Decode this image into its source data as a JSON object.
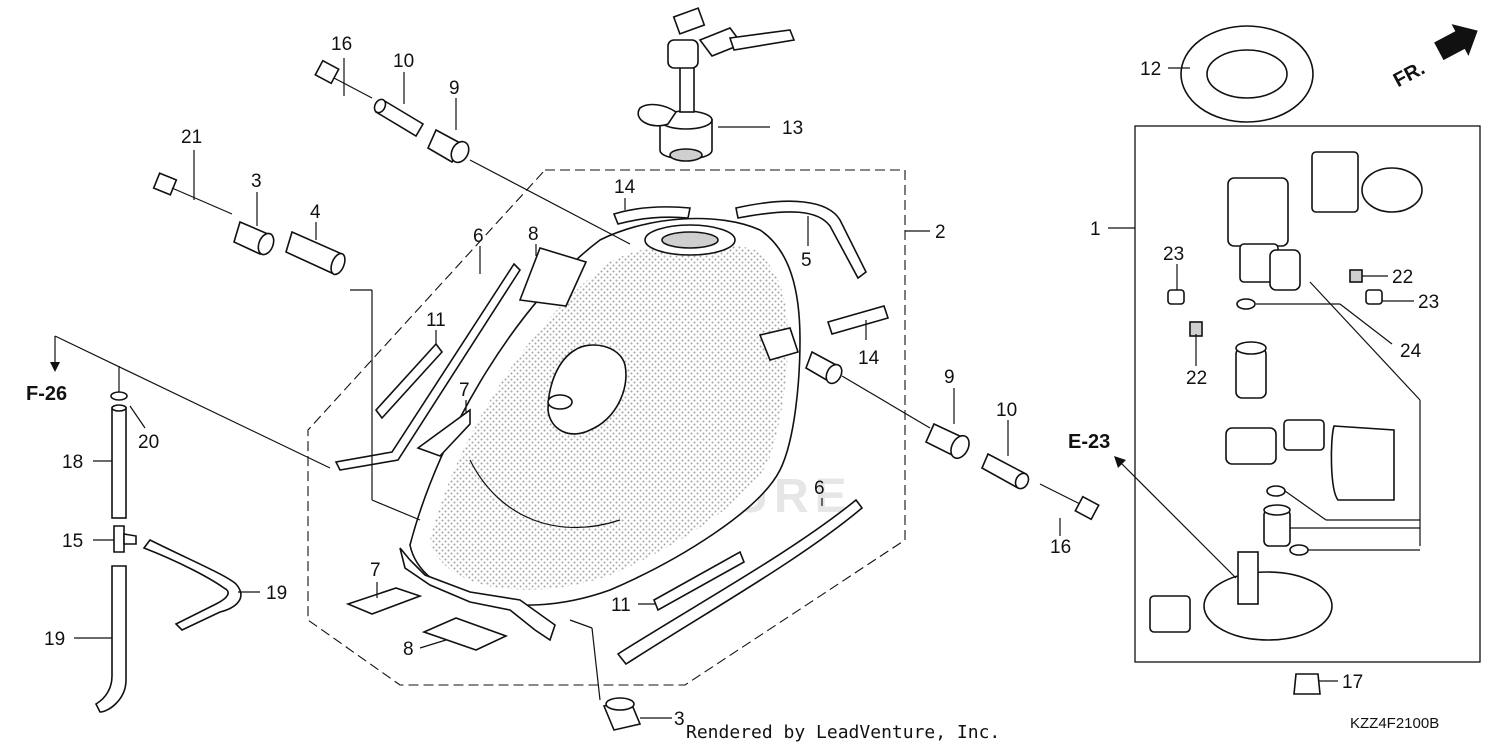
{
  "diagram": {
    "callouts": [
      {
        "id": "c16a",
        "label": "16"
      },
      {
        "id": "c10a",
        "label": "10"
      },
      {
        "id": "c9a",
        "label": "9"
      },
      {
        "id": "c21",
        "label": "21"
      },
      {
        "id": "c3a",
        "label": "3"
      },
      {
        "id": "c4",
        "label": "4"
      },
      {
        "id": "c13",
        "label": "13"
      },
      {
        "id": "c14a",
        "label": "14"
      },
      {
        "id": "c5",
        "label": "5"
      },
      {
        "id": "c2",
        "label": "2"
      },
      {
        "id": "c8a",
        "label": "8"
      },
      {
        "id": "c6a",
        "label": "6"
      },
      {
        "id": "c11a",
        "label": "11"
      },
      {
        "id": "c14b",
        "label": "14"
      },
      {
        "id": "c7a",
        "label": "7"
      },
      {
        "id": "c9b",
        "label": "9"
      },
      {
        "id": "c10b",
        "label": "10"
      },
      {
        "id": "c20",
        "label": "20"
      },
      {
        "id": "c18",
        "label": "18"
      },
      {
        "id": "c15",
        "label": "15"
      },
      {
        "id": "c19a",
        "label": "19"
      },
      {
        "id": "c19b",
        "label": "19"
      },
      {
        "id": "c6b",
        "label": "6"
      },
      {
        "id": "c16b",
        "label": "16"
      },
      {
        "id": "c11b",
        "label": "11"
      },
      {
        "id": "c7b",
        "label": "7"
      },
      {
        "id": "c8b",
        "label": "8"
      },
      {
        "id": "c3b",
        "label": "3"
      },
      {
        "id": "c12",
        "label": "12"
      },
      {
        "id": "c1",
        "label": "1"
      },
      {
        "id": "c23a",
        "label": "23"
      },
      {
        "id": "c22a",
        "label": "22"
      },
      {
        "id": "c23b",
        "label": "23"
      },
      {
        "id": "c24",
        "label": "24"
      },
      {
        "id": "c22b",
        "label": "22"
      },
      {
        "id": "c17",
        "label": "17"
      }
    ],
    "refs": {
      "f26": "F-26",
      "e23": "E-23",
      "fr": "FR."
    },
    "watermark": "ADVENTURE",
    "credit": "Rendered by LeadVenture, Inc.",
    "diagram_code": "KZZ4F2100B"
  }
}
